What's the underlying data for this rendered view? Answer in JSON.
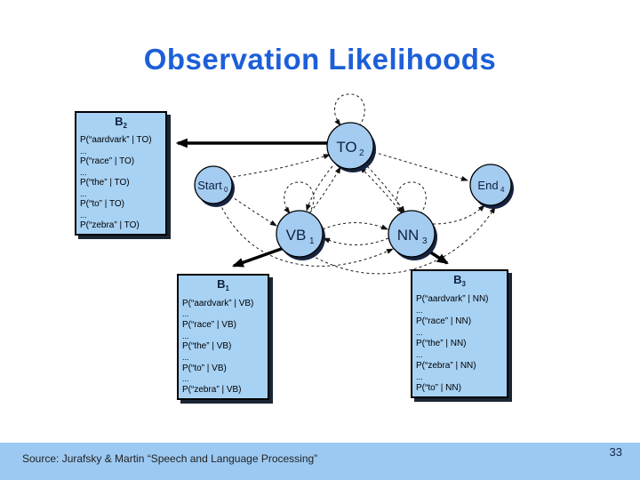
{
  "title": "Observation Likelihoods",
  "footer": {
    "source": "Source: Jurafsky & Martin “Speech and Language Processing”",
    "page": "33"
  },
  "colors": {
    "title_blue": "#1c5fd8",
    "node_fill": "#a4cbf0",
    "box_fill": "#a8d2f4",
    "footer_bar": "#9cc9f2",
    "shadow_navy": "#16233f"
  },
  "nodes": {
    "start": {
      "label": "Start",
      "sub": "0"
    },
    "to": {
      "label": "TO",
      "sub": "2"
    },
    "vb": {
      "label": "VB",
      "sub": "1"
    },
    "nn": {
      "label": "NN",
      "sub": "3"
    },
    "end": {
      "label": "End",
      "sub": "4"
    }
  },
  "boxes": {
    "b2": {
      "name": "B",
      "sub": "2",
      "rows": [
        "P(“aardvark” | TO)",
        "...",
        "P(“race” | TO)",
        "...",
        "P(“the” | TO)",
        "...",
        "P(“to” | TO)",
        "...",
        "P(“zebra” | TO)"
      ]
    },
    "b1": {
      "name": "B",
      "sub": "1",
      "rows": [
        "P(“aardvark” | VB)",
        "...",
        "P(“race” | VB)",
        "...",
        "P(“the” | VB)",
        "...",
        "P(“to” | VB)",
        "...",
        "P(“zebra” | VB)"
      ]
    },
    "b3": {
      "name": "B",
      "sub": "3",
      "rows": [
        "P(“aardvark” | NN)",
        "...",
        "P(“race” | NN)",
        "...",
        "P(“the” | NN)",
        "...",
        "P(“zebra” | NN)",
        "...",
        "P(“to” | NN)"
      ]
    }
  }
}
